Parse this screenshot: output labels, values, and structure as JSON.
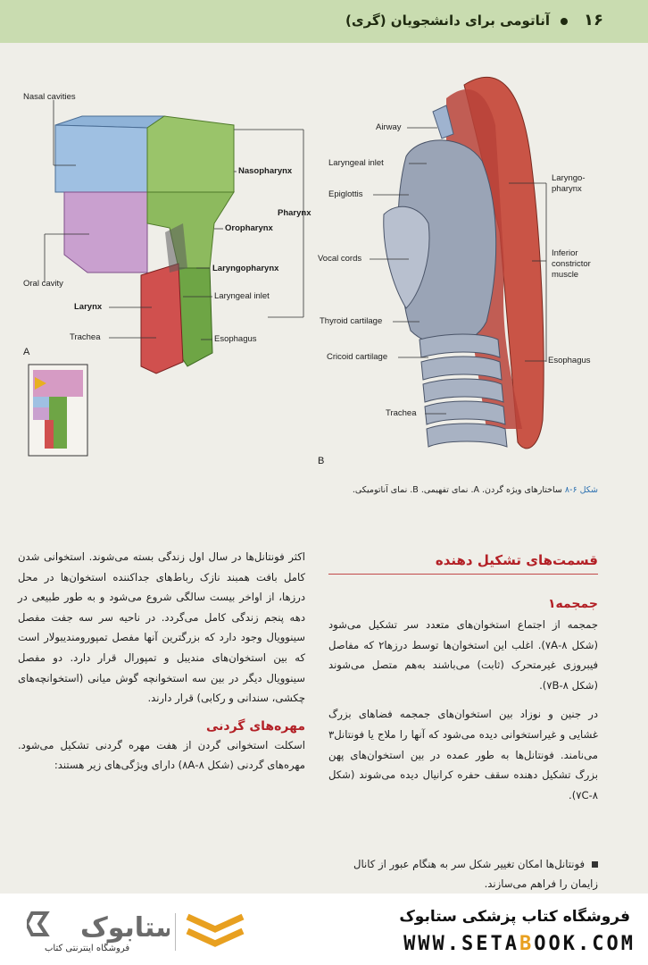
{
  "header": {
    "page_number": "۱۶",
    "book_title": "آناتومی برای دانشجویان (گری)"
  },
  "figure": {
    "panel_a": {
      "panel_letter": "A",
      "labels": {
        "nasal_cavities": "Nasal cavities",
        "nasopharynx": "Nasopharynx",
        "pharynx": "Pharynx",
        "oropharynx": "Oropharynx",
        "oral_cavity": "Oral cavity",
        "laryngopharynx": "Laryngopharynx",
        "larynx": "Larynx",
        "laryngeal_inlet": "Laryngeal inlet",
        "trachea": "Trachea",
        "esophagus": "Esophagus"
      }
    },
    "panel_b": {
      "panel_letter": "B",
      "labels": {
        "airway": "Airway",
        "laryngeal_inlet": "Laryngeal inlet",
        "epiglottis": "Epiglottis",
        "vocal_cords": "Vocal cords",
        "thyroid_cartilage": "Thyroid cartilage",
        "cricoid_cartilage": "Cricoid cartilage",
        "trachea": "Trachea",
        "laryngopharynx_1": "Laryngo-",
        "laryngopharynx_2": "pharynx",
        "inferior_constrictor_1": "Inferior",
        "inferior_constrictor_2": "constrictor",
        "inferior_constrictor_3": "muscle",
        "esophagus": "Esophagus"
      }
    },
    "caption_key": "شکل ۶-۸",
    "caption_text": "ساختارهای ویژه گردن. A. نمای تفهیمی. B. نمای آناتومیکی."
  },
  "right_column": {
    "section_title": "قسمت‌های تشکیل دهنده",
    "subsection_title": "جمجمه۱",
    "paragraph_1": "جمجمه از اجتماع استخوان‌های متعدد سر تشکیل می‌شود (شکل ۸-۷A). اغلب این استخوان‌ها توسط درزها۲ که مفاصل فیبروزی غیرمتحرک (ثابت) می‌باشند به‌هم متصل می‌شوند (شکل ۸-۷B).",
    "paragraph_2": "در جنین و نوزاد بین استخوان‌های جمجمه فضاهای بزرگ غشایی و غیراستخوانی دیده می‌شود که آنها را ملاج یا فونتانل۳ می‌نامند. فونتانل‌ها به طور عمده در بین استخوان‌های پهن بزرگ تشکیل دهنده سقف حفره کرانیال دیده می‌شوند (شکل ۸-۷C).",
    "bullet_1": "فونتانل‌ها امکان تغییر شکل سر به هنگام عبور از کانال زایمان را فراهم می‌سازند."
  },
  "left_column": {
    "paragraph_1": "اکثر فونتانل‌ها در سال اول زندگی بسته می‌شوند. استخوانی شدن کامل بافت همبند نازک رباط‌های جداکننده استخوان‌ها در محل درزها، از اواخر بیست سالگی شروع می‌شود و به طور طبیعی در دهه پنجم زندگی کامل می‌گردد. در ناحیه سر سه جفت مفصل سینوویال وجود دارد که بزرگترین آنها مفصل تمپورومندیبولار است که بین استخوان‌های مندیبل و تمپورال قرار دارد. دو مفصل سینوویال دیگر در بین سه استخوانچه گوش میانی (استخوانچه‌های چکشی، سندانی و رکابی) قرار دارند.",
    "subsection_title": "مهره‌های گردنی",
    "paragraph_2": "اسکلت استخوانی گردن از هفت مهره گردنی تشکیل می‌شود. مهره‌های گردنی (شکل ۸-۸A) دارای ویژگی‌های زیر هستند:"
  },
  "footer": {
    "store_name": "فروشگاه کتاب پزشکی ستابوک",
    "url_prefix": "WWW.SETA",
    "url_highlight": "B",
    "url_suffix": "OOK.COM",
    "logo_text": "ستابوک",
    "logo_subtitle": "فروشگاه اینترنتی کتاب"
  },
  "colors": {
    "header_band": "#c9dcb0",
    "accent_red": "#b32026",
    "caption_blue": "#2a6fb0",
    "logo_orange": "#e8a020"
  }
}
